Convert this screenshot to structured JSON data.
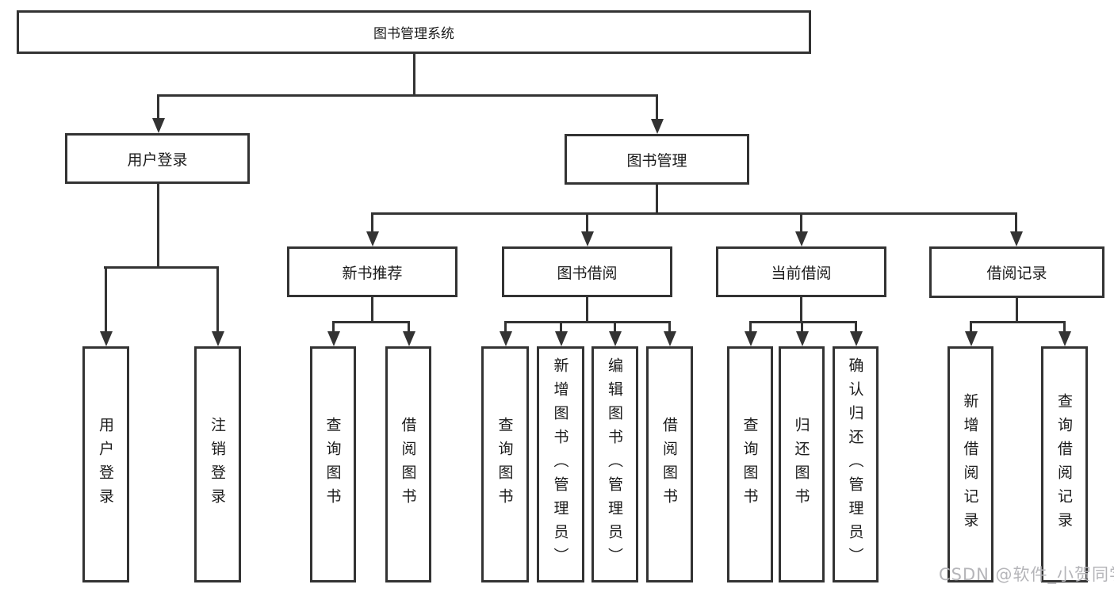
{
  "tree": {
    "label": "图书管理系统",
    "children": [
      {
        "label": "用户登录",
        "children": [
          {
            "label": "用户登录"
          },
          {
            "label": "注销登录"
          }
        ]
      },
      {
        "label": "图书管理",
        "children": [
          {
            "label": "新书推荐",
            "children": [
              {
                "label": "查询图书"
              },
              {
                "label": "借阅图书"
              }
            ]
          },
          {
            "label": "图书借阅",
            "children": [
              {
                "label": "查询图书"
              },
              {
                "label": "新增图书（管理员）"
              },
              {
                "label": "编辑图书（管理员）"
              },
              {
                "label": "借阅图书"
              }
            ]
          },
          {
            "label": "当前借阅",
            "children": [
              {
                "label": "查询图书"
              },
              {
                "label": "归还图书"
              },
              {
                "label": "确认归还（管理员）"
              }
            ]
          },
          {
            "label": "借阅记录",
            "children": [
              {
                "label": "新增借阅记录"
              },
              {
                "label": "查询借阅记录"
              }
            ]
          }
        ]
      }
    ]
  },
  "watermark": {
    "text": "CSDN @软件_小贺同学"
  },
  "colors": {
    "line": "#333333",
    "text": "#1b1b1b",
    "watermark": "#b5b5b9",
    "background": "#ffffff"
  }
}
